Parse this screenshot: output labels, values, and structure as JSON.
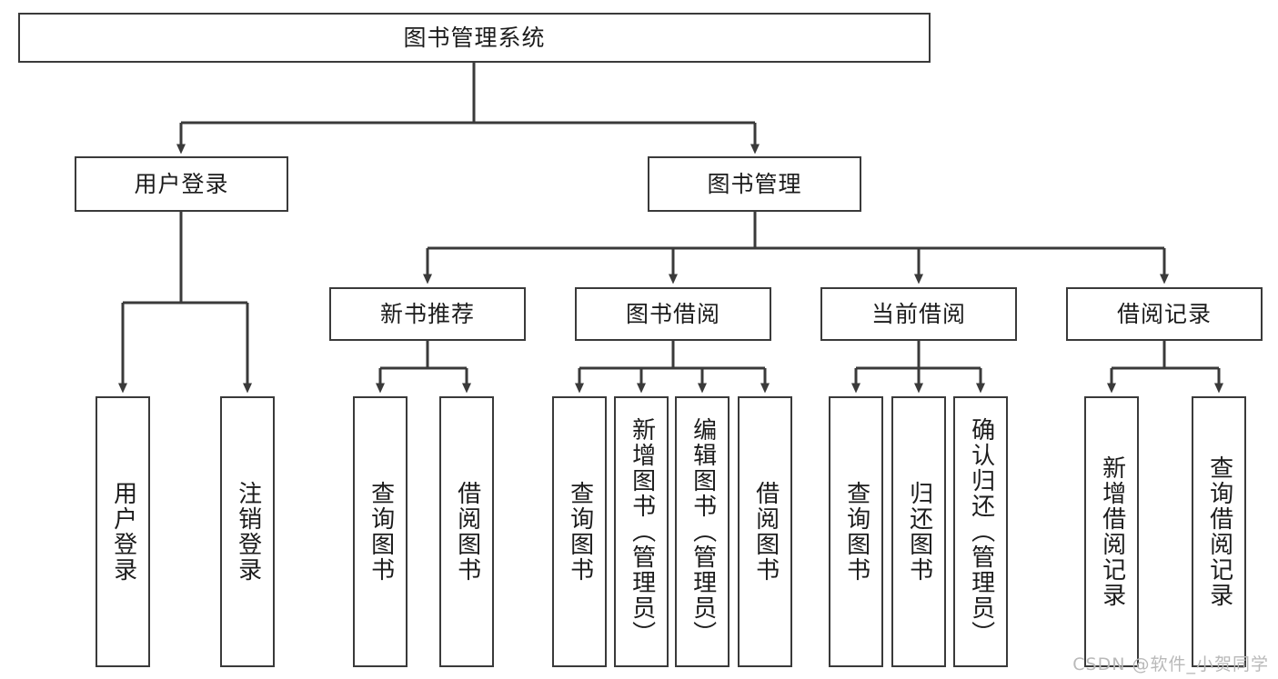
{
  "diagram": {
    "title": "图书管理系统",
    "type": "tree-hierarchy-diagram",
    "colors": {
      "box_border": "#3a3a3a",
      "box_fill": "#ffffff",
      "connector": "#3a3a3a",
      "text": "#1c1c1c",
      "watermark": "#b9b9b9"
    },
    "watermark": "CSDN @软件_小贺同学",
    "levels": {
      "root": {
        "label": "图书管理系统"
      },
      "level2": [
        {
          "id": "user-login",
          "label": "用户登录"
        },
        {
          "id": "book-management",
          "label": "图书管理"
        }
      ],
      "level3": [
        {
          "id": "new-book-recommend",
          "label": "新书推荐"
        },
        {
          "id": "book-borrow",
          "label": "图书借阅"
        },
        {
          "id": "current-borrow",
          "label": "当前借阅"
        },
        {
          "id": "borrow-record",
          "label": "借阅记录"
        }
      ],
      "leaves": [
        {
          "id": "leaf-user-login",
          "label": "用户登录",
          "parent": "user-login"
        },
        {
          "id": "leaf-logout-login",
          "label": "注销登录",
          "parent": "user-login"
        },
        {
          "id": "leaf-query-book-1",
          "label": "查询图书",
          "parent": "new-book-recommend"
        },
        {
          "id": "leaf-borrow-book-1",
          "label": "借阅图书",
          "parent": "new-book-recommend"
        },
        {
          "id": "leaf-query-book-2",
          "label": "查询图书",
          "parent": "book-borrow"
        },
        {
          "id": "leaf-add-book",
          "label": "新增图书（管理员）",
          "parent": "book-borrow"
        },
        {
          "id": "leaf-edit-book",
          "label": "编辑图书（管理员）",
          "parent": "book-borrow"
        },
        {
          "id": "leaf-borrow-book-2",
          "label": "借阅图书",
          "parent": "book-borrow"
        },
        {
          "id": "leaf-query-book-3",
          "label": "查询图书",
          "parent": "current-borrow"
        },
        {
          "id": "leaf-return-book",
          "label": "归还图书",
          "parent": "current-borrow"
        },
        {
          "id": "leaf-confirm-return",
          "label": "确认归还（管理员）",
          "parent": "current-borrow"
        },
        {
          "id": "leaf-add-borrow-record",
          "label": "新增借阅记录",
          "parent": "borrow-record"
        },
        {
          "id": "leaf-query-borrow-record",
          "label": "查询借阅记录",
          "parent": "borrow-record"
        }
      ]
    }
  }
}
